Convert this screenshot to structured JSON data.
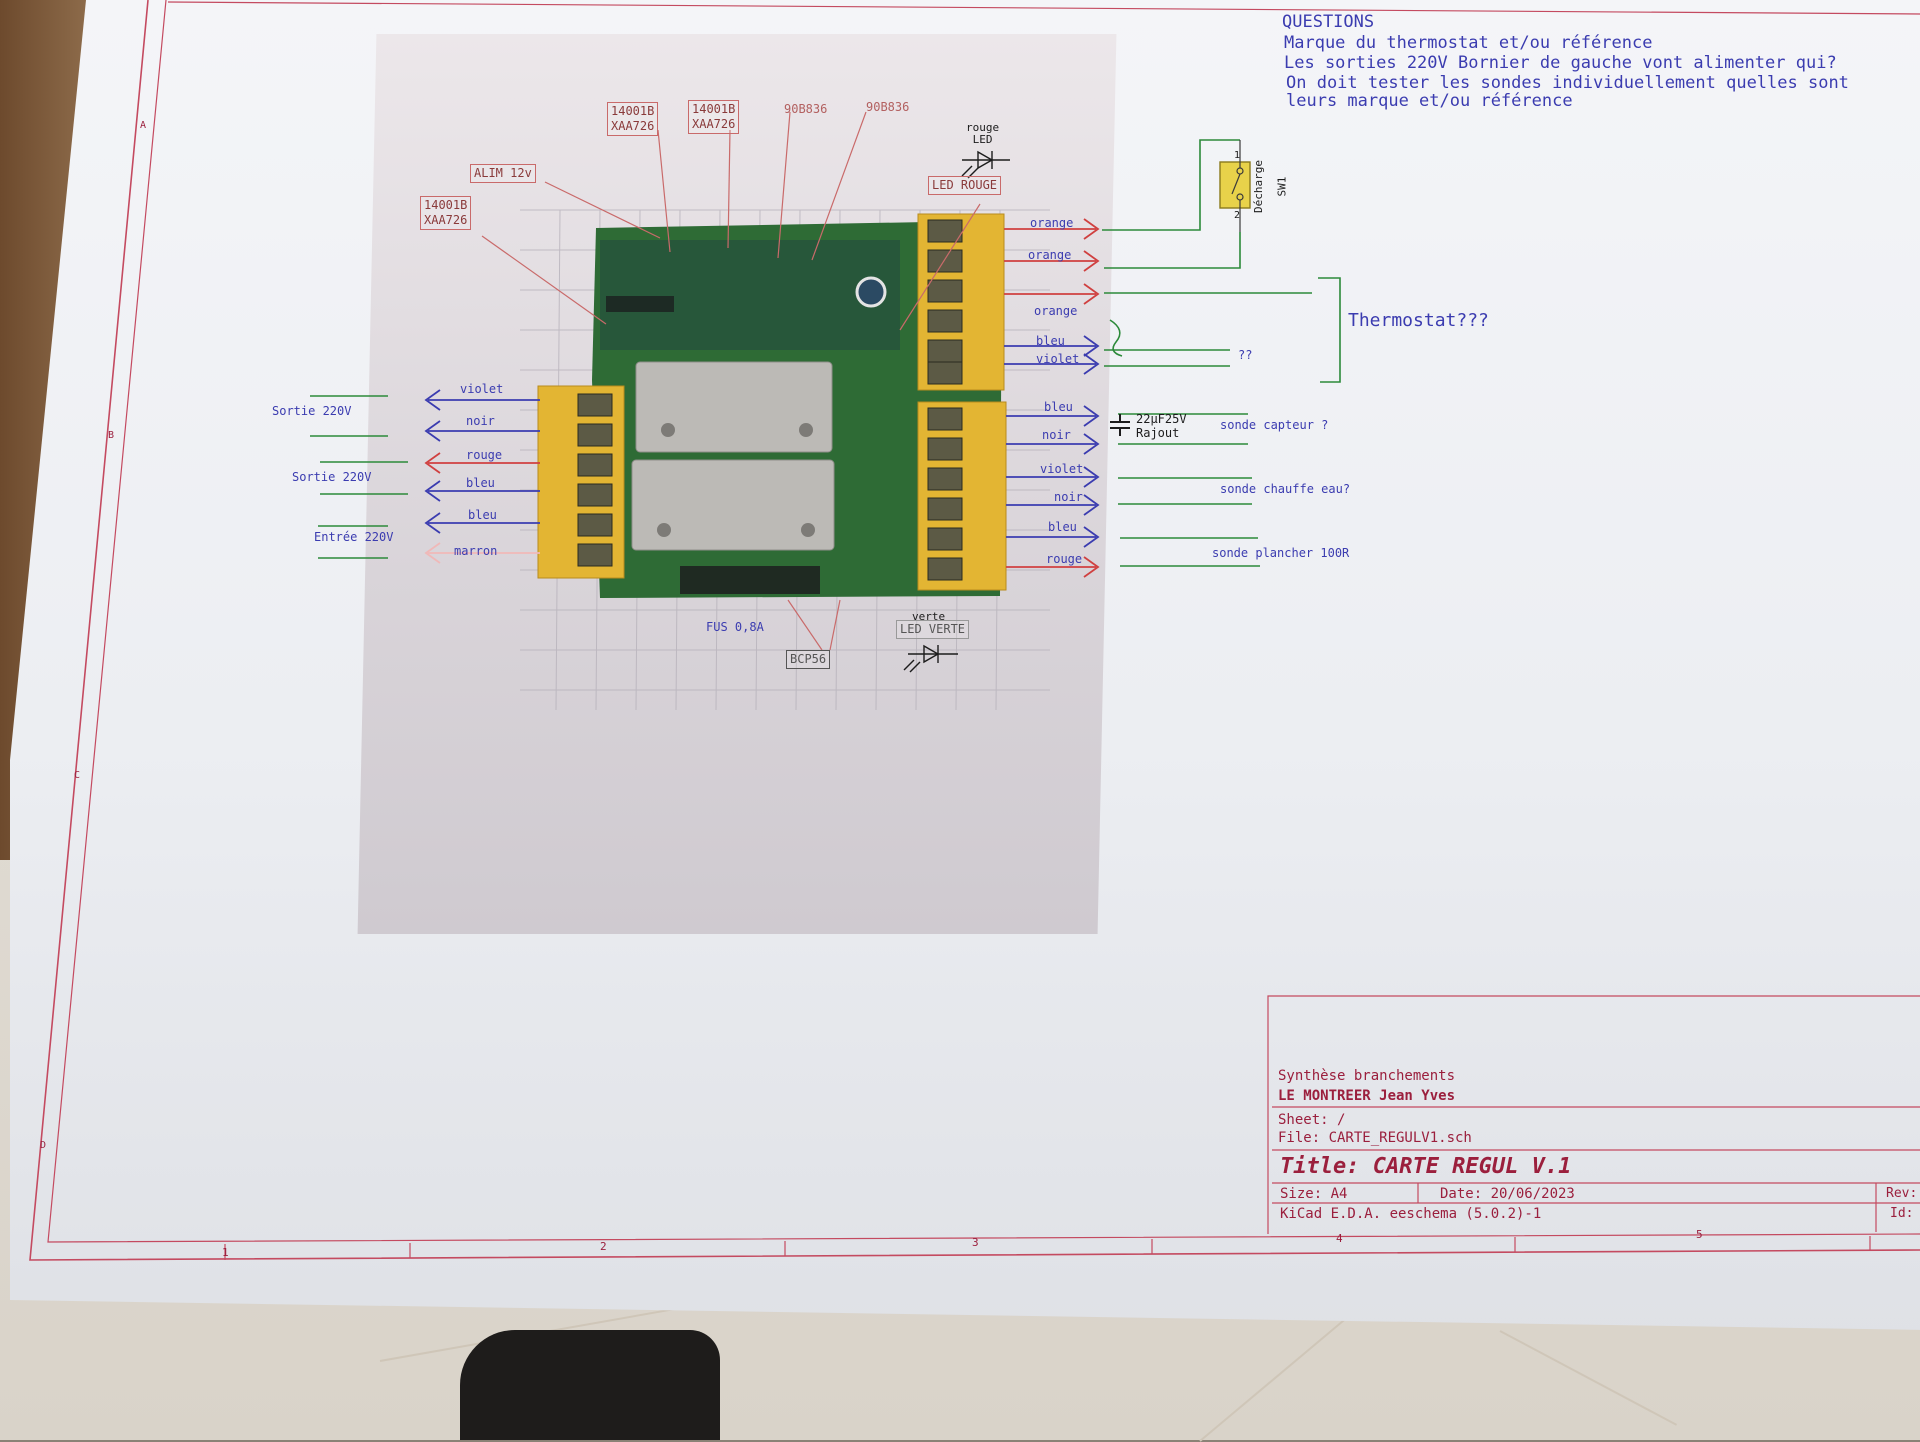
{
  "questions": {
    "heading": "QUESTIONS",
    "line1": "Marque du thermostat et/ou référence",
    "line2": "Les sorties 220V Bornier de gauche vont alimenter qui?",
    "line3": "On doit tester les sondes individuellement quelles sont",
    "line4": "leurs marque et/ou référence"
  },
  "components": {
    "ic1": "14001B\nXAA726",
    "ic2": "14001B\nXAA726",
    "ic3": "90B836",
    "ic4": "90B836",
    "ic5": "14001B\nXAA726",
    "alim": "ALIM 12v",
    "led_rouge_box": "LED ROUGE",
    "led_rouge_label": "rouge\nLED",
    "led_verte_box": "LED VERTE",
    "led_verte_label": "verte",
    "fuse": "FUS 0,8A",
    "bcp": "BCP56",
    "switch_ref": "SW1",
    "switch_name": "Décharge",
    "pin1": "1",
    "pin2": "2",
    "cap_value": "22µF25V",
    "cap_note": "Rajout"
  },
  "left_block": {
    "wires": [
      "violet",
      "noir",
      "rouge",
      "bleu",
      "bleu",
      "marron"
    ],
    "sortie1": "Sortie 220V",
    "sortie2": "Sortie 220V",
    "entree": "Entrée 220V"
  },
  "right_block": {
    "wires_top": [
      "orange",
      "orange",
      "orange",
      "bleu",
      "violet"
    ],
    "wires_bottom": [
      "bleu",
      "noir",
      "violet",
      "noir",
      "bleu",
      "rouge"
    ],
    "thermostat": "Thermostat???",
    "unknown": "??",
    "sonde1": "sonde capteur ?",
    "sonde2": "sonde chauffe eau?",
    "sonde3": "sonde plancher 100R"
  },
  "title_block": {
    "synthese": "Synthèse branchements",
    "author": "LE MONTREER Jean Yves",
    "sheet": "Sheet: /",
    "file": "File: CARTE_REGULV1.sch",
    "title": "Title: CARTE REGUL V.1",
    "size": "Size: A4",
    "date": "Date: 20/06/2023",
    "kicad": "KiCad E.D.A.  eeschema (5.0.2)-1",
    "rev": "Rev:",
    "id": "Id:"
  },
  "frame_marks": {
    "cols": [
      "1",
      "2",
      "3",
      "4",
      "5"
    ],
    "rows": [
      "A",
      "B",
      "C",
      "D"
    ]
  },
  "colors": {
    "wire_blue": "#3b3cb0",
    "wire_red": "#d04040",
    "wire_green": "#2c8a3a",
    "frame": "#c44a60",
    "terminal_yellow": "#e3b533",
    "pcb_green": "#2e6b35"
  }
}
